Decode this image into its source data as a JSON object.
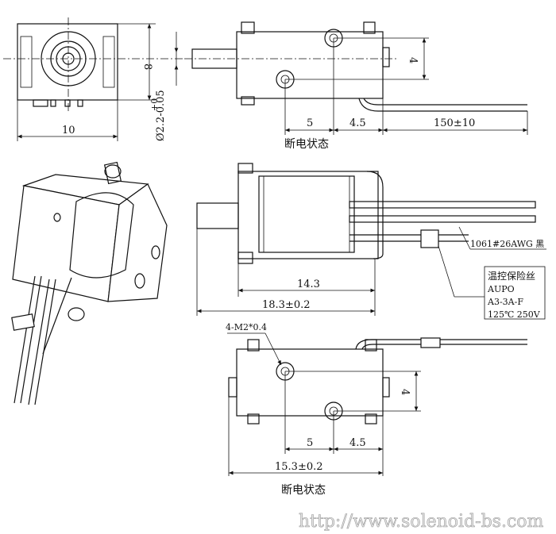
{
  "top_front_view": {
    "width_dim": "10",
    "height_dim": "8",
    "shaft_dim": "Ø2.2-0.05",
    "shaft_tol_upper": "+0"
  },
  "top_side_view": {
    "dim_hole_pitch": "5",
    "dim_hole_offset": "4.5",
    "dim_lead": "150±10",
    "dim_height": "4",
    "state_label": "断电状态"
  },
  "middle_view": {
    "dim_coil": "14.3",
    "dim_total": "18.3±0.2",
    "wire_label": "1061#26AWG 黑",
    "fuse_label": [
      "温控保险丝",
      "AUPO",
      "A3-3A-F",
      "125℃ 250V"
    ]
  },
  "bottom_view": {
    "hole_label": "4-M2*0.4",
    "dim_hole_pitch": "5",
    "dim_hole_offset": "4.5",
    "dim_height": "4",
    "dim_total": "15.3±0.2",
    "state_label": "断电状态"
  },
  "watermark": "http://www.solenoid-bs.com"
}
